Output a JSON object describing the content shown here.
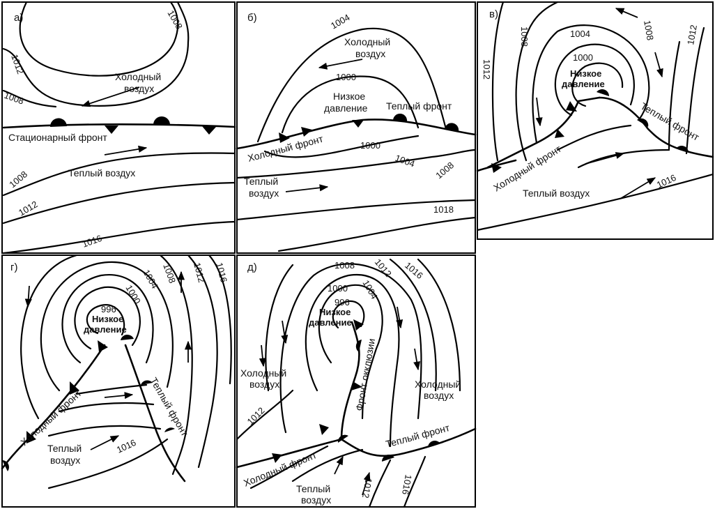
{
  "panels": {
    "a": {
      "letter": "а)",
      "isobars": [
        "1008",
        "1012",
        "1008",
        "1008",
        "1012",
        "1016"
      ],
      "cold_air": [
        "Холодный",
        "воздух"
      ],
      "front": "Стационарный фронт",
      "warm_air": "Теплый воздух"
    },
    "b": {
      "letter": "б)",
      "isobars": [
        "1004",
        "1000",
        "1000",
        "1004",
        "1008",
        "1018"
      ],
      "cold_air": [
        "Холодный",
        "воздух"
      ],
      "low": [
        "Низкое",
        "давление"
      ],
      "warm_front": "Теплый фронт",
      "cold_front": "Холодный фронт",
      "warm_air": [
        "Теплый",
        "воздух"
      ]
    },
    "v": {
      "letter": "в)",
      "isobars": [
        "1008",
        "1004",
        "1000",
        "1012",
        "1008",
        "1012",
        "1016"
      ],
      "low": [
        "Низкое",
        "давление"
      ],
      "warm_front": "Теплый фронт",
      "cold_front": "Холодный фронт",
      "warm_air": "Теплый воздух"
    },
    "g": {
      "letter": "г)",
      "isobars": [
        "996",
        "1000",
        "1004",
        "1008",
        "1012",
        "1016",
        "1016"
      ],
      "low": [
        "Низкое",
        "давление"
      ],
      "warm_front": "Теплый фронт",
      "cold_front": "Холодный фронт",
      "warm_air": [
        "Теплый",
        "воздух"
      ]
    },
    "d": {
      "letter": "д)",
      "isobars": [
        "1008",
        "1012",
        "1016",
        "1000",
        "1004",
        "996",
        "1012",
        "1012",
        "1016"
      ],
      "low": [
        "Низкое",
        "давление"
      ],
      "occlusion": "Фронт окклюзии",
      "cold_air_left": [
        "Холодный",
        "воздух"
      ],
      "cold_air_right": [
        "Холодный",
        "воздух"
      ],
      "warm_front": "Теплый фронт",
      "cold_front": "Холодный фронт",
      "warm_air": [
        "Теплый",
        "воздух"
      ]
    }
  }
}
